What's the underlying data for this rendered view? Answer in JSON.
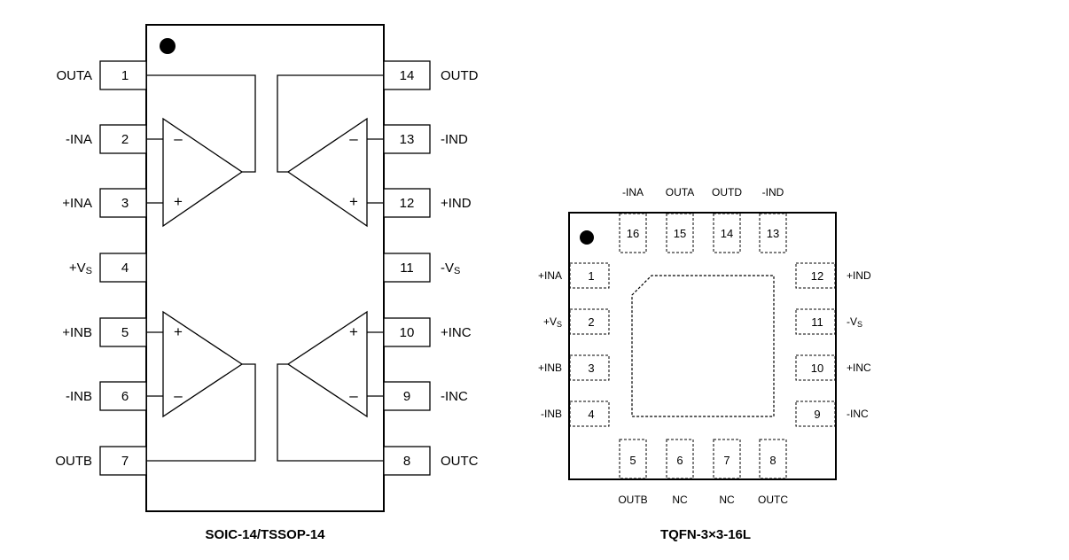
{
  "soic": {
    "title": "SOIC-14/TSSOP-14",
    "left_pins": [
      {
        "num": "1",
        "label": "OUTA"
      },
      {
        "num": "2",
        "label": "-INA"
      },
      {
        "num": "3",
        "label": "+INA"
      },
      {
        "num": "4",
        "label": "+V",
        "sub": "S"
      },
      {
        "num": "5",
        "label": "+INB"
      },
      {
        "num": "6",
        "label": "-INB"
      },
      {
        "num": "7",
        "label": "OUTB"
      }
    ],
    "right_pins": [
      {
        "num": "14",
        "label": "OUTD"
      },
      {
        "num": "13",
        "label": "-IND"
      },
      {
        "num": "12",
        "label": "+IND"
      },
      {
        "num": "11",
        "label": "-V",
        "sub": "S"
      },
      {
        "num": "10",
        "label": "+INC"
      },
      {
        "num": "9",
        "label": "-INC"
      },
      {
        "num": "8",
        "label": "OUTC"
      }
    ],
    "minus_sign": "–",
    "plus_sign": "+"
  },
  "tqfn": {
    "title": "TQFN-3×3-16L",
    "top_pins": [
      {
        "num": "16",
        "label": "-INA"
      },
      {
        "num": "15",
        "label": "OUTA"
      },
      {
        "num": "14",
        "label": "OUTD"
      },
      {
        "num": "13",
        "label": "-IND"
      }
    ],
    "left_pins": [
      {
        "num": "1",
        "label": "+INA"
      },
      {
        "num": "2",
        "label": "+V",
        "sub": "S"
      },
      {
        "num": "3",
        "label": "+INB"
      },
      {
        "num": "4",
        "label": "-INB"
      }
    ],
    "right_pins": [
      {
        "num": "12",
        "label": "+IND"
      },
      {
        "num": "11",
        "label": "-V",
        "sub": "S"
      },
      {
        "num": "10",
        "label": "+INC"
      },
      {
        "num": "9",
        "label": "-INC"
      }
    ],
    "bottom_pins": [
      {
        "num": "5",
        "label": "OUTB"
      },
      {
        "num": "6",
        "label": "NC"
      },
      {
        "num": "7",
        "label": "NC"
      },
      {
        "num": "8",
        "label": "OUTC"
      }
    ]
  }
}
